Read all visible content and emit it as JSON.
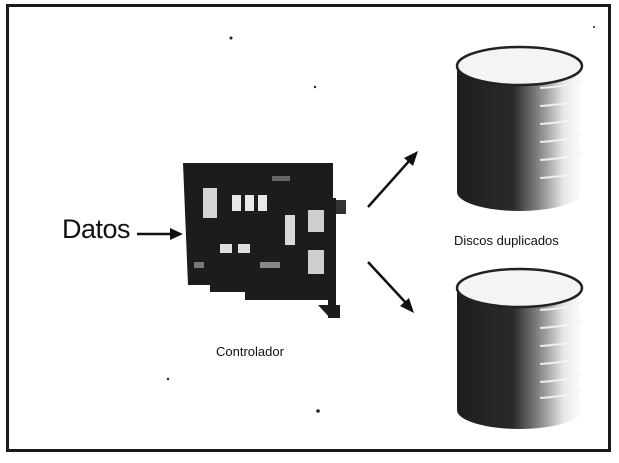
{
  "diagram": {
    "input_label": "Datos",
    "controller_label": "Controlador",
    "disks_label": "Discos duplicados"
  },
  "colors": {
    "ink": "#111111",
    "board": "#1c1c1c",
    "disk_dark": "#222222",
    "disk_light": "#f2f2f2"
  },
  "icons": [
    "arrow-right-icon",
    "controller-card-icon",
    "disk-stack-icon"
  ]
}
